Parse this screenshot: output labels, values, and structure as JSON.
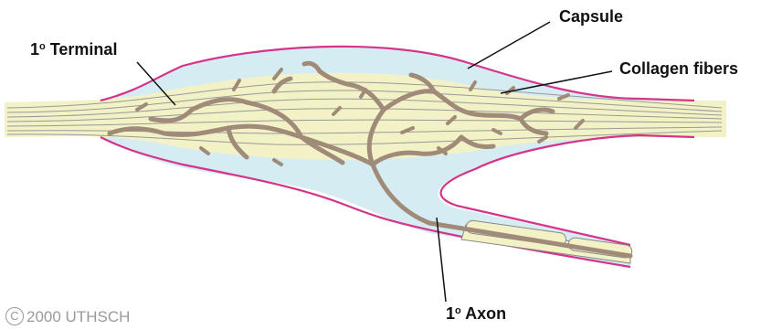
{
  "labels": {
    "terminal_num": "1",
    "terminal_deg": "o",
    "terminal_text": " Terminal",
    "capsule": "Capsule",
    "collagen": "Collagen fibers",
    "axon_num": "1",
    "axon_deg": "o",
    "axon_text": " Axon"
  },
  "copyright": {
    "symbol": "C",
    "text": "2000 UTHSCH"
  },
  "colors": {
    "capsule_outline": "#d6338a",
    "capsule_fill": "#d5ecf3",
    "fiber_fill": "#f3f2c7",
    "fiber_line": "#999999",
    "terminal": "#a08a78",
    "leader_line": "#111111"
  }
}
